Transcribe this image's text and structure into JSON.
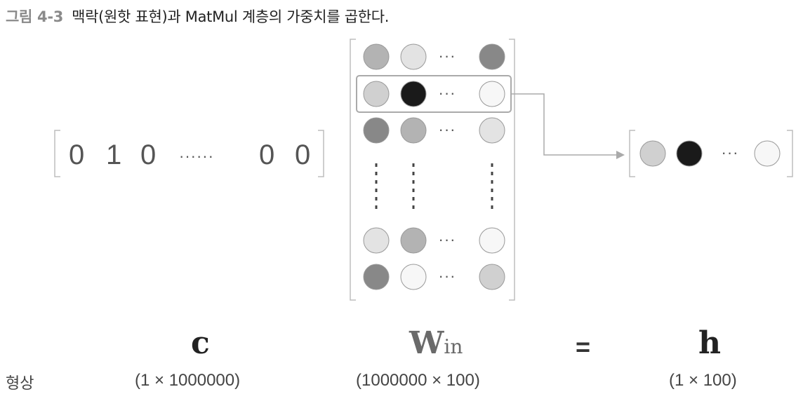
{
  "caption": {
    "number": "그림 4-3",
    "text": "맥락(원핫 표현)과 MatMul 계층의 가중치를 곱한다."
  },
  "context_vector": {
    "elements": [
      "0",
      "1",
      "0",
      "······",
      "0",
      "0"
    ]
  },
  "weight_matrix": {
    "row_ellipsis": "···",
    "rows": [
      [
        "#b3b3b3",
        "#e3e3e3",
        "#888888"
      ],
      [
        "#d0d0d0",
        "#1a1a1a",
        "#f7f7f7"
      ],
      [
        "#888888",
        "#b3b3b3",
        "#e3e3e3"
      ],
      [
        "#e3e3e3",
        "#b3b3b3",
        "#f7f7f7"
      ],
      [
        "#888888",
        "#f7f7f7",
        "#d0d0d0"
      ]
    ],
    "highlighted_row": 1,
    "vertical_ellipsis_columns": 3
  },
  "result_vector": {
    "ellipsis": "···",
    "cells": [
      "#d0d0d0",
      "#1a1a1a",
      "#f7f7f7"
    ]
  },
  "symbols": {
    "c": "c",
    "w_main": "W",
    "w_sub": "in",
    "equals": "=",
    "h": "h"
  },
  "shapes": {
    "label": "형상",
    "c": "(1 × 1000000)",
    "w": "(1000000 × 100)",
    "h": "(1 × 100)"
  },
  "colors": {
    "bracket": "#bdbdbd",
    "circle_stroke": "#999999",
    "highlight_box": "#aaaaaa",
    "arrow": "#aaaaaa",
    "ellipsis_dots": "#444444"
  }
}
